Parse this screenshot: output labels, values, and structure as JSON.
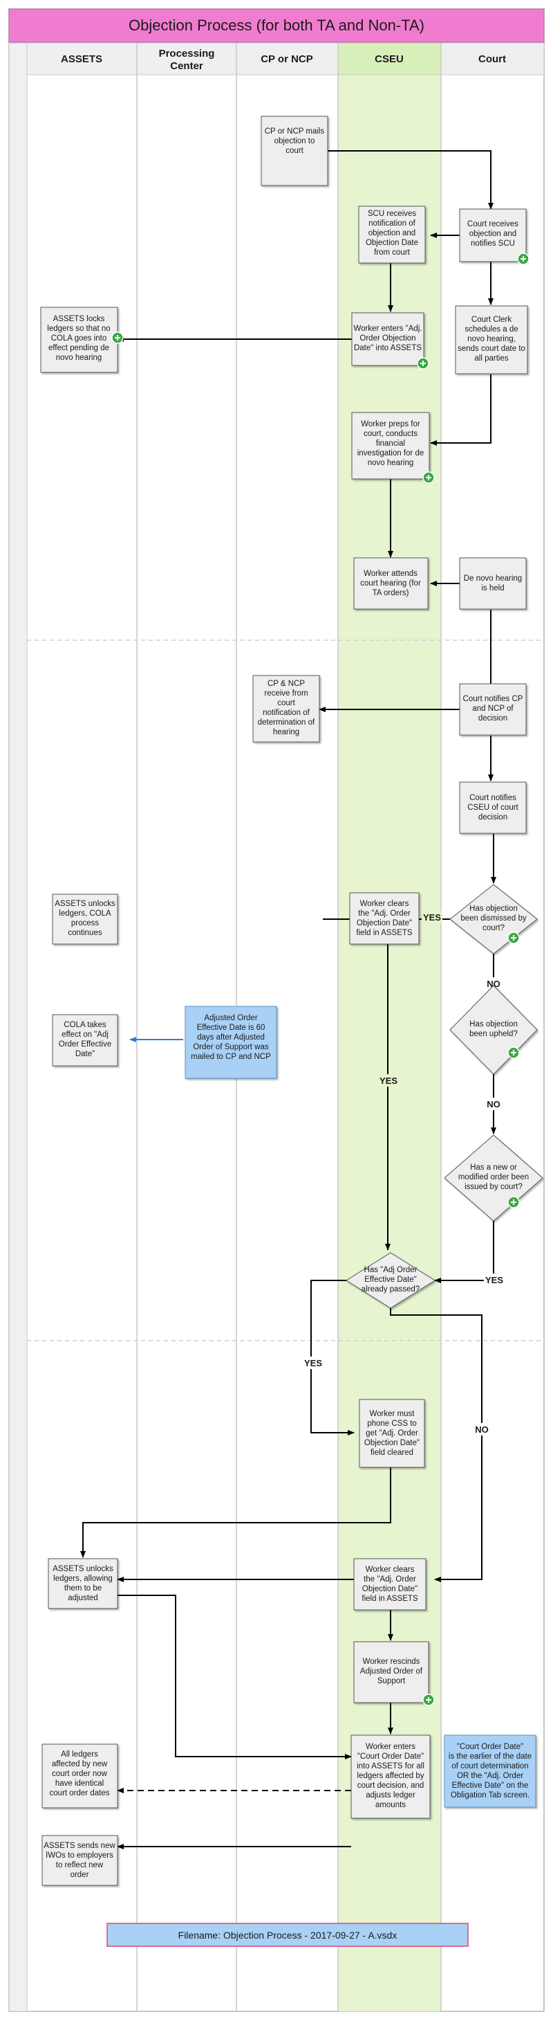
{
  "title": "Objection Process (for both TA and Non-TA)",
  "lanes": [
    "ASSETS",
    "Processing Center",
    "CP or NCP",
    "CSEU",
    "Court"
  ],
  "nodes": {
    "n1": [
      "CP or NCP mails",
      "objection to",
      "court"
    ],
    "n2": [
      "Court receives",
      "objection and",
      "notifies SCU"
    ],
    "n3": [
      "SCU receives",
      "notification of",
      "objection and",
      "Objection Date",
      "from court"
    ],
    "n4": [
      "Court Clerk",
      "schedules a de",
      "novo hearing,",
      "sends court date to",
      "all parties"
    ],
    "n5": [
      "Worker enters \"Adj.",
      "Order Objection",
      "Date\" into ASSETS"
    ],
    "n6": [
      "ASSETS locks",
      "ledgers so that no",
      "COLA goes into",
      "effect pending de",
      "novo hearing"
    ],
    "n7": [
      "Worker preps for",
      "court, conducts",
      "financial",
      "investigation for de",
      "novo hearing"
    ],
    "n8": [
      "Worker attends",
      "court hearing (for",
      "TA orders)"
    ],
    "n9": [
      "De novo hearing",
      "is held"
    ],
    "n10": [
      "Court notifies CP",
      "and NCP of",
      "decision"
    ],
    "n11": [
      "CP & NCP",
      "receive from",
      "court",
      "notification of",
      "determination of",
      "hearing"
    ],
    "n12": [
      "Court notifies",
      "CSEU of court",
      "decision"
    ],
    "d1": [
      "Has objection",
      "been dismissed by",
      "court?"
    ],
    "n13": [
      "Worker clears",
      "the \"Adj. Order",
      "Objection Date\"",
      "field in ASSETS"
    ],
    "n14": [
      "ASSETS unlocks",
      "ledgers, COLA",
      "process",
      "continues"
    ],
    "n15": [
      "COLA takes",
      "effect on \"Adj",
      "Order Effective",
      "Date\""
    ],
    "n16": [
      "Adjusted Order",
      "Effective Date is 60",
      "days after Adjusted",
      "Order of Support was",
      "mailed to CP and NCP"
    ],
    "d2": [
      "Has objection",
      "been upheld?"
    ],
    "d3": [
      "Has a new or",
      "modified order been",
      "issued by court?"
    ],
    "d4": [
      "Has \"Adj Order",
      "Effective Date\"",
      "already passed?"
    ],
    "n17": [
      "Worker must",
      "phone CSS to",
      "get \"Adj. Order",
      "Objection Date\"",
      "field cleared"
    ],
    "n18": [
      "ASSETS unlocks",
      "ledgers, allowing",
      "them to be",
      "adjusted"
    ],
    "n19": [
      "Worker clears",
      "the \"Adj. Order",
      "Objection Date\"",
      "field in ASSETS"
    ],
    "n20": [
      "Worker rescinds",
      "Adjusted Order of",
      "Support"
    ],
    "n21": [
      "Worker enters",
      "\"Court Order Date\"",
      "into ASSETS for all",
      "ledgers affected by",
      "court decision, and",
      "adjusts ledger",
      "amounts"
    ],
    "n22": [
      "\"Court Order Date\"",
      "is the earlier of the date",
      "of court determination",
      "OR the \"Adj. Order",
      "Effective Date\" on the",
      "Obligation Tab screen."
    ],
    "n23": [
      "All ledgers",
      "affected by new",
      "court order now",
      "have identical",
      "court order dates"
    ],
    "n24": [
      "ASSETS sends new",
      "IWOs to employers",
      "to reflect new",
      "order"
    ]
  },
  "labels": {
    "yes": "YES",
    "no": "NO"
  },
  "footer": "Filename:  Objection Process - 2017-09-27 - A.vsdx",
  "colors": {
    "title_bg": "#f07cd0",
    "cseu_lane": "#e6f4cf",
    "note_bg": "#a9d1f5",
    "box_bg": "#eeeeee",
    "plus_icon": "#3aa845",
    "note_arrow": "#2a7fd4"
  }
}
